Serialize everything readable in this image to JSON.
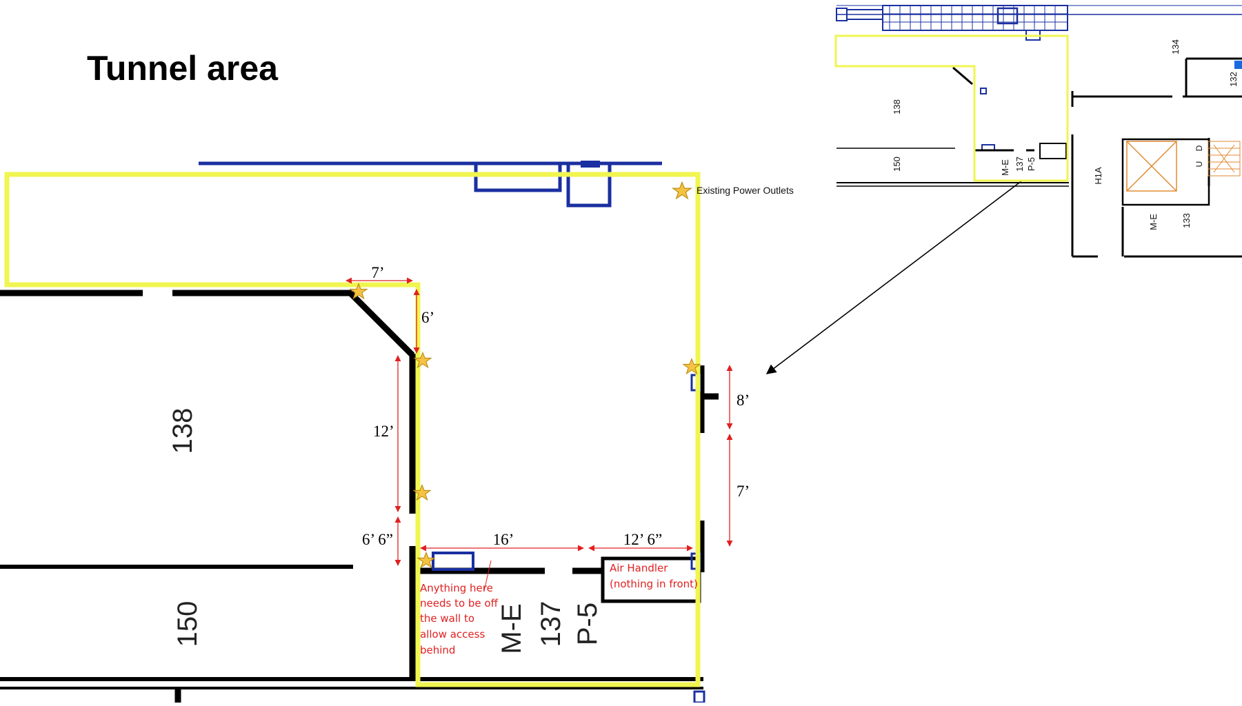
{
  "title": "Tunnel area",
  "rooms": {
    "r138": "138",
    "r150": "150",
    "me": "M-E",
    "r137": "137",
    "p5": "P-5"
  },
  "dimensions": {
    "d7_top": "7’",
    "d6": "6’",
    "d12": "12’",
    "d6_6": "6’ 6”",
    "d16": "16’",
    "d12_6": "12’ 6”",
    "d8": "8’",
    "d7_right": "7’"
  },
  "notes": {
    "power": "Existing Power Outlets",
    "air_handler": [
      "Air Handler",
      "(nothing in front)"
    ],
    "off_wall": [
      "Anything here",
      "needs to be off",
      "the wall to",
      "allow access",
      "behind"
    ]
  },
  "inset": {
    "r134": "134",
    "r132": "132",
    "r138": "138",
    "r150": "150",
    "me": "M-E",
    "r137": "137",
    "p5": "P-5",
    "h1a": "H1A",
    "me2": "M-E",
    "r133": "133",
    "u": "U",
    "d": "D"
  },
  "colors": {
    "highlight": "#f0f550",
    "wall": "#000000",
    "blue": "#1a2fa0",
    "dimension": "#e02020",
    "star": "#f5c242"
  }
}
